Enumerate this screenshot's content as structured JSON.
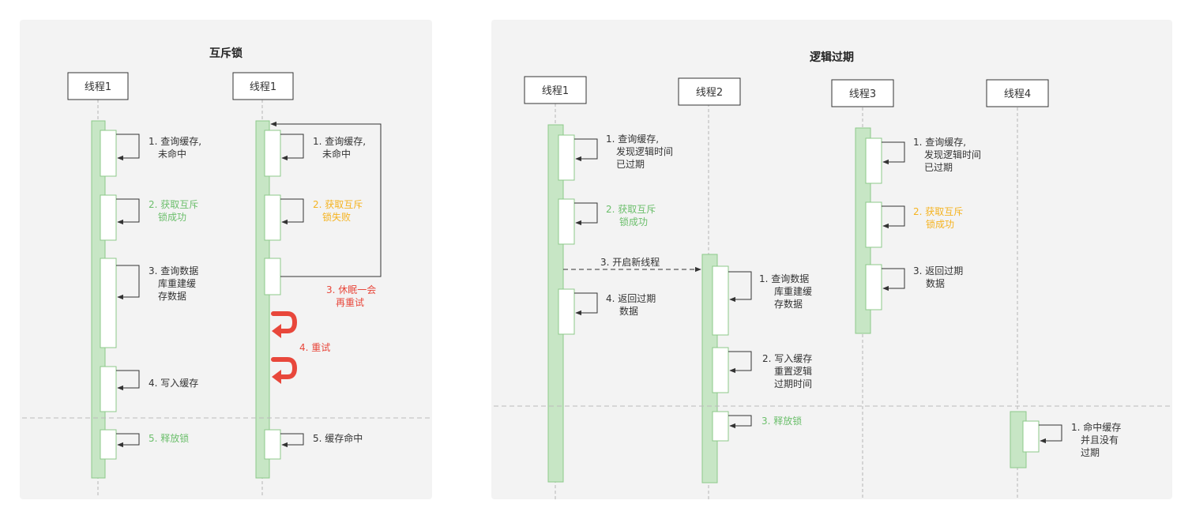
{
  "colors": {
    "panel": "#f3f3f3",
    "lifeline_fill": "#c7e6c5",
    "lifeline_stroke": "#8cc98a",
    "text": "#333333",
    "success": "#6cbf6c",
    "warning": "#f5b320",
    "error": "#e8473b"
  },
  "left": {
    "title": "互斥锁",
    "threads": [
      "线程1",
      "线程1"
    ],
    "t1": {
      "step1": [
        "1. 查询缓存,",
        "未命中"
      ],
      "step2": [
        "2. 获取互斥",
        "锁成功"
      ],
      "step3": [
        "3. 查询数据",
        "库重建缓",
        "存数据"
      ],
      "step4": [
        "4. 写入缓存"
      ],
      "step5": [
        "5. 释放锁"
      ]
    },
    "t2": {
      "step1": [
        "1. 查询缓存,",
        "未命中"
      ],
      "step2": [
        "2. 获取互斥",
        "锁失败"
      ],
      "step3": [
        "3. 休眠一会",
        "再重试"
      ],
      "step4": [
        "4. 重试"
      ],
      "step5": [
        "5. 缓存命中"
      ]
    }
  },
  "right": {
    "title": "逻辑过期",
    "threads": [
      "线程1",
      "线程2",
      "线程3",
      "线程4"
    ],
    "t1": {
      "step1": [
        "1. 查询缓存,",
        "发现逻辑时间",
        "已过期"
      ],
      "step2": [
        "2. 获取互斥",
        "锁成功"
      ],
      "step3": [
        "3. 开启新线程"
      ],
      "step4": [
        "4. 返回过期",
        "数据"
      ]
    },
    "t2": {
      "step1": [
        "1. 查询数据",
        "库重建缓",
        "存数据"
      ],
      "step2": [
        "2. 写入缓存",
        "重置逻辑",
        "过期时间"
      ],
      "step3": [
        "3. 释放锁"
      ]
    },
    "t3": {
      "step1": [
        "1. 查询缓存,",
        "发现逻辑时间",
        "已过期"
      ],
      "step2": [
        "2. 获取互斥",
        "锁成功"
      ],
      "step3": [
        "3. 返回过期",
        "数据"
      ]
    },
    "t4": {
      "step1": [
        "1. 命中缓存",
        "并且没有",
        "过期"
      ]
    }
  }
}
